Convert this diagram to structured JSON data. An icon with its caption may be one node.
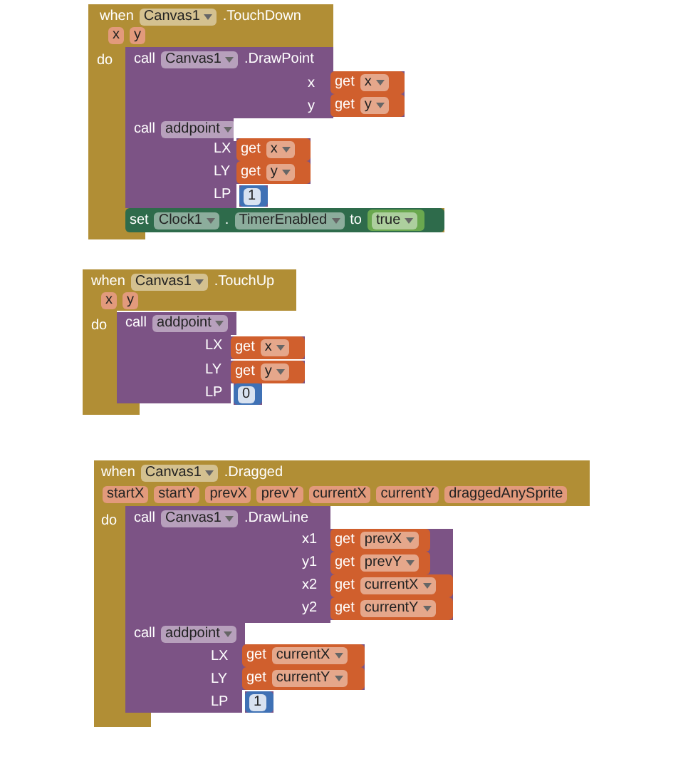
{
  "diagram": {
    "nodes": [
      {
        "text": [
          "when",
          "Canvas1",
          ".TouchDown",
          "x",
          "y",
          "do"
        ]
      },
      {
        "text": [
          "call",
          "Canvas1",
          ".DrawPoint",
          "x",
          "y"
        ],
        "in": 0
      },
      {
        "text": [
          "get",
          "x"
        ],
        "in": 1
      },
      {
        "text": [
          "get",
          "y"
        ],
        "in": 1
      },
      {
        "text": [
          "call",
          "addpoint",
          "LX",
          "LY",
          "LP"
        ],
        "in": 0
      },
      {
        "text": [
          "get",
          "x"
        ],
        "in": 4
      },
      {
        "text": [
          "get",
          "y"
        ],
        "in": 4
      },
      {
        "text": [
          "1"
        ],
        "in": 4
      },
      {
        "text": [
          "set",
          "Clock1",
          ".",
          "TimerEnabled",
          "to"
        ],
        "in": 0
      },
      {
        "text": [
          "true"
        ],
        "in": 8
      },
      {
        "text": [
          "when",
          "Canvas1",
          ".TouchUp",
          "x",
          "y",
          "do"
        ]
      },
      {
        "text": [
          "call",
          "addpoint",
          "LX",
          "LY",
          "LP"
        ],
        "in": 10
      },
      {
        "text": [
          "get",
          "x"
        ],
        "in": 11
      },
      {
        "text": [
          "get",
          "y"
        ],
        "in": 11
      },
      {
        "text": [
          "0"
        ],
        "in": 11
      },
      {
        "text": [
          "when",
          "Canvas1",
          ".Dragged",
          "startX",
          "startY",
          "prevX",
          "prevY",
          "currentX",
          "currentY",
          "draggedAnySprite",
          "do"
        ]
      },
      {
        "text": [
          "call",
          "Canvas1",
          ".DrawLine",
          "x1",
          "y1",
          "x2",
          "y2"
        ],
        "in": 15
      },
      {
        "text": [
          "get",
          "prevX"
        ],
        "in": 16
      },
      {
        "text": [
          "get",
          "prevY"
        ],
        "in": 16
      },
      {
        "text": [
          "get",
          "currentX"
        ],
        "in": 16
      },
      {
        "text": [
          "get",
          "currentY"
        ],
        "in": 16
      },
      {
        "text": [
          "call",
          "addpoint",
          "LX",
          "LY",
          "LP"
        ],
        "in": 15
      },
      {
        "text": [
          "get",
          "currentX"
        ],
        "in": 21
      },
      {
        "text": [
          "get",
          "currentY"
        ],
        "in": 21
      },
      {
        "text": [
          "1"
        ],
        "in": 21
      }
    ]
  }
}
